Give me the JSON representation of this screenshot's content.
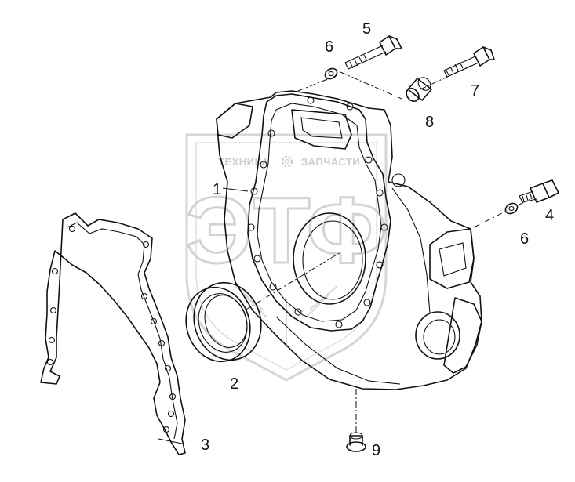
{
  "watermark": {
    "line1": "ТЕХНИКА",
    "line2": "ЗАПЧАСТИ",
    "logo": "ЭТФ",
    "color": "#cccccc"
  },
  "callouts": [
    "1",
    "2",
    "3",
    "4",
    "5",
    "6",
    "6",
    "7",
    "8",
    "9"
  ],
  "colors": {
    "ink": "#111111",
    "background": "#ffffff"
  }
}
